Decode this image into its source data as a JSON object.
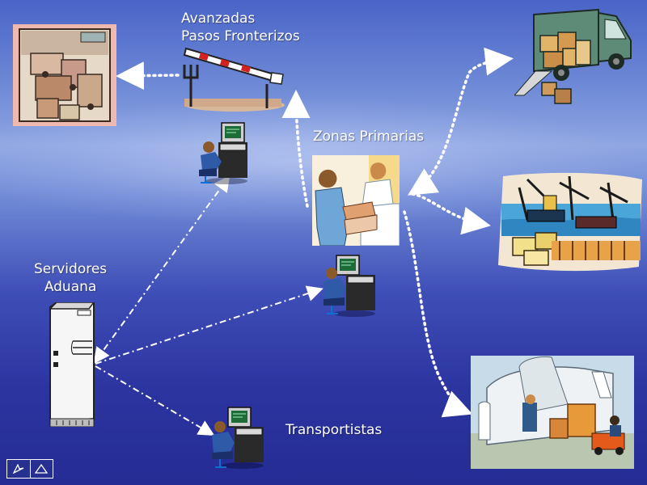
{
  "labels": {
    "border_line1": "Avanzadas",
    "border_line2": "Pasos Fronterizos",
    "primary_zones": "Zonas Primarias",
    "servers_line1": "Servidores",
    "servers_line2": "Aduana",
    "transporters": "Transportistas"
  },
  "colors": {
    "background": "#3a49b4",
    "dotted_link": "#ffffff",
    "dashdot_link": "#ffffff"
  },
  "icons": {
    "nav_left": "pointer-icon",
    "nav_right": "triangle-icon"
  }
}
